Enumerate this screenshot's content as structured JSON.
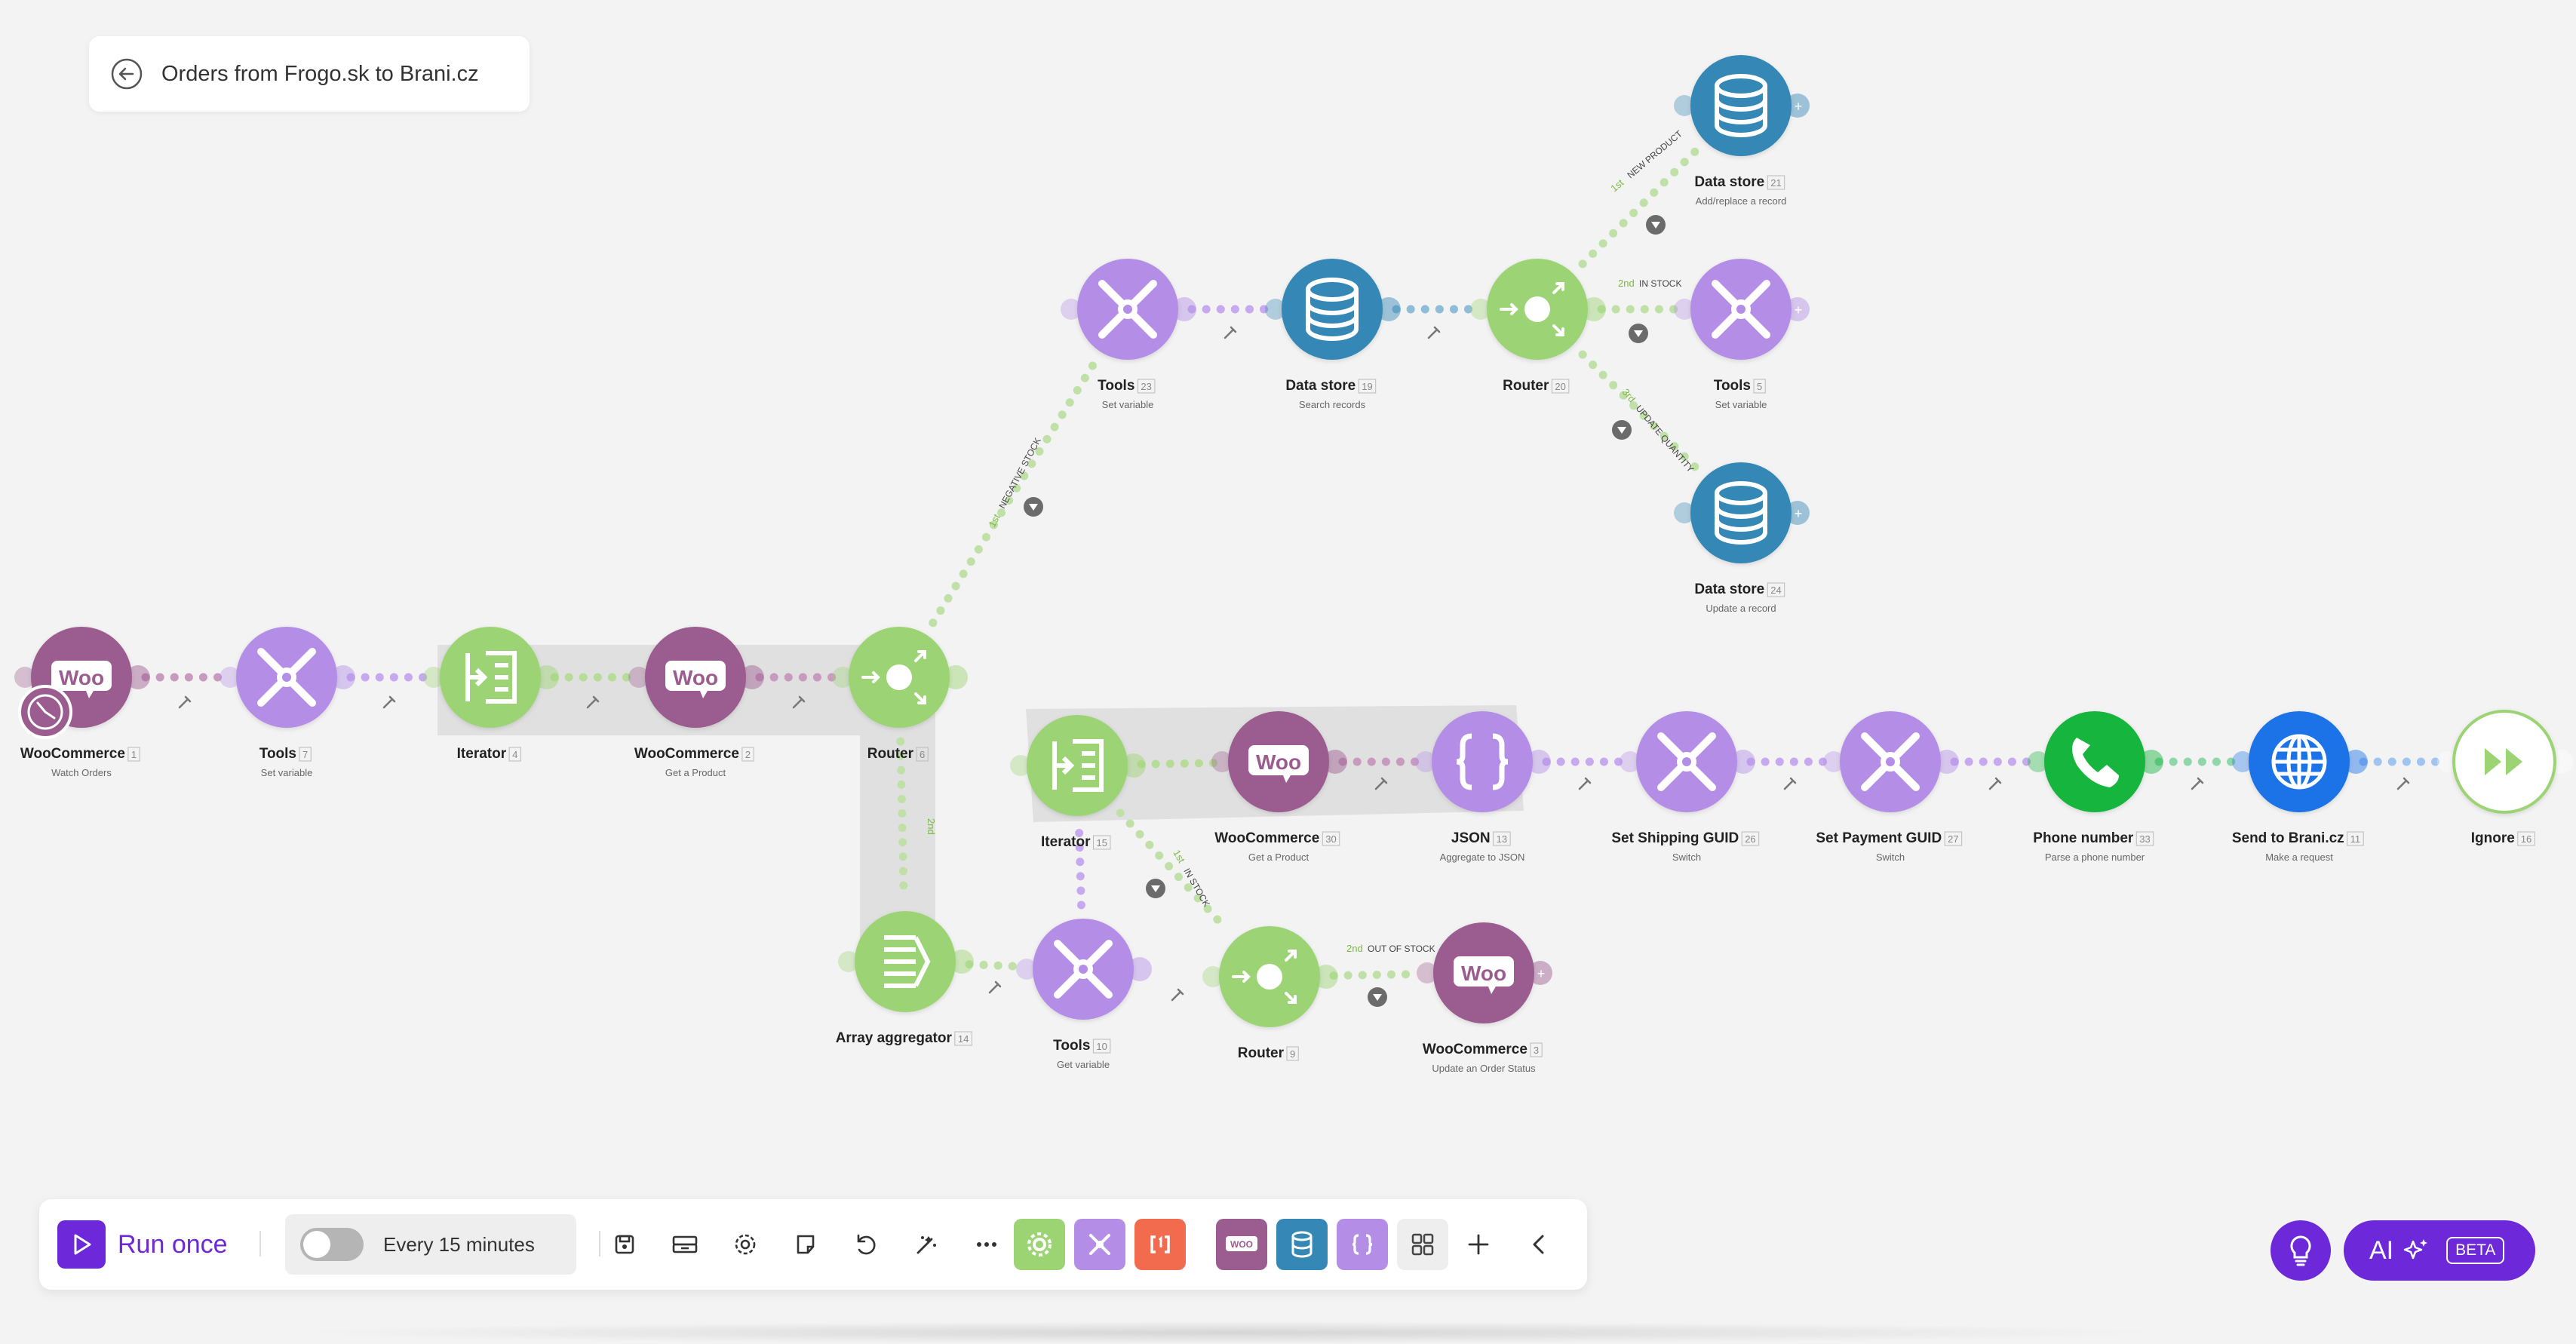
{
  "scenario": {
    "title": "Orders from Frogo.sk to Brani.cz"
  },
  "colors": {
    "woo": "#9b5c8f",
    "tools": "#b48ee6",
    "flow": "#9cd474",
    "datastore": "#3588b5",
    "json": "#b48ee6",
    "phone": "#14b53c",
    "http": "#1a73e8",
    "ignore": "#ffffff"
  },
  "modules": [
    {
      "id": "woo1",
      "app": "woo",
      "name": "WooCommerce",
      "num": "1",
      "desc": "Watch Orders",
      "clock": true
    },
    {
      "id": "tools7",
      "app": "tools",
      "name": "Tools",
      "num": "7",
      "desc": "Set variable"
    },
    {
      "id": "iter4",
      "app": "iterator",
      "name": "Iterator",
      "num": "4",
      "desc": ""
    },
    {
      "id": "woo2",
      "app": "woo",
      "name": "WooCommerce",
      "num": "2",
      "desc": "Get a Product"
    },
    {
      "id": "router6",
      "app": "router",
      "name": "Router",
      "num": "6",
      "desc": ""
    },
    {
      "id": "tools23",
      "app": "tools",
      "name": "Tools",
      "num": "23",
      "desc": "Set variable"
    },
    {
      "id": "ds19",
      "app": "datastore",
      "name": "Data store",
      "num": "19",
      "desc": "Search records"
    },
    {
      "id": "router20",
      "app": "router",
      "name": "Router",
      "num": "20",
      "desc": ""
    },
    {
      "id": "ds21",
      "app": "datastore",
      "name": "Data store",
      "num": "21",
      "desc": "Add/replace a record"
    },
    {
      "id": "tools5",
      "app": "tools",
      "name": "Tools",
      "num": "5",
      "desc": "Set variable"
    },
    {
      "id": "ds24",
      "app": "datastore",
      "name": "Data store",
      "num": "24",
      "desc": "Update a record"
    },
    {
      "id": "aggr14",
      "app": "aggregator",
      "name": "Array aggregator",
      "num": "14",
      "desc": ""
    },
    {
      "id": "tools10",
      "app": "tools",
      "name": "Tools",
      "num": "10",
      "desc": "Get variable"
    },
    {
      "id": "iter15",
      "app": "iterator",
      "name": "Iterator",
      "num": "15",
      "desc": ""
    },
    {
      "id": "woo30",
      "app": "woo",
      "name": "WooCommerce",
      "num": "30",
      "desc": "Get a Product"
    },
    {
      "id": "json13",
      "app": "json",
      "name": "JSON",
      "num": "13",
      "desc": "Aggregate to JSON"
    },
    {
      "id": "tools26",
      "app": "tools",
      "name": "Set Shipping GUID",
      "num": "26",
      "desc": "Switch"
    },
    {
      "id": "tools27",
      "app": "tools",
      "name": "Set Payment GUID",
      "num": "27",
      "desc": "Switch"
    },
    {
      "id": "phone33",
      "app": "phone",
      "name": "Phone number",
      "num": "33",
      "desc": "Parse a phone number"
    },
    {
      "id": "http11",
      "app": "http",
      "name": "Send to Brani.cz",
      "num": "11",
      "desc": "Make a request"
    },
    {
      "id": "ignore16",
      "app": "ignore",
      "name": "Ignore",
      "num": "16",
      "desc": ""
    },
    {
      "id": "router9",
      "app": "router",
      "name": "Router",
      "num": "9",
      "desc": ""
    },
    {
      "id": "woo3",
      "app": "woo",
      "name": "WooCommerce",
      "num": "3",
      "desc": "Update an Order Status"
    }
  ],
  "route_labels": [
    {
      "id": "r6-1",
      "order": "1st",
      "text": "NEGATIVE STOCK"
    },
    {
      "id": "r6-2",
      "order": "2nd",
      "text": ""
    },
    {
      "id": "r20-1",
      "order": "1st",
      "text": "NEW PRODUCT"
    },
    {
      "id": "r20-2",
      "order": "2nd",
      "text": "IN STOCK"
    },
    {
      "id": "r20-3",
      "order": "3rd",
      "text": "UPDATE QUANTITY"
    },
    {
      "id": "r9-1",
      "order": "1st",
      "text": "IN STOCK"
    },
    {
      "id": "r9-2",
      "order": "2nd",
      "text": "OUT OF STOCK"
    }
  ],
  "toolbar": {
    "run_label": "Run once",
    "schedule_label": "Every 15 minutes",
    "schedule_on": false,
    "buttons": [
      "save-icon",
      "export-blueprint-icon",
      "settings-icon",
      "notes-icon",
      "undo-icon",
      "auto-align-icon",
      "more-icon"
    ],
    "palette": [
      {
        "name": "flow-control",
        "color": "#9cd474",
        "icon": "gear-icon"
      },
      {
        "name": "tools",
        "color": "#b48ee6",
        "icon": "tools-icon"
      },
      {
        "name": "text-parser",
        "color": "#f26b4f",
        "icon": "text-parser-icon"
      },
      {
        "name": "woocommerce",
        "color": "#9b5c8f",
        "icon": "woo-icon"
      },
      {
        "name": "data-store",
        "color": "#3588b5",
        "icon": "database-icon"
      },
      {
        "name": "json",
        "color": "#b48ee6",
        "icon": "braces-icon"
      },
      {
        "name": "more-apps",
        "color": "#eeeeee",
        "icon": "grid-icon"
      }
    ]
  },
  "ai": {
    "label": "AI",
    "badge": "BETA"
  }
}
